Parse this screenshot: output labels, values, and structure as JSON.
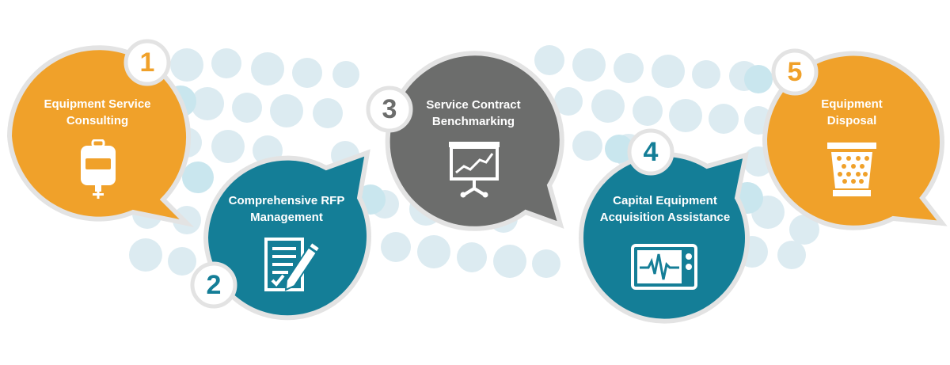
{
  "colors": {
    "orange": "#F0A12A",
    "teal": "#147E97",
    "gray": "#6C6D6C",
    "dot": "#DCEBF1",
    "dot_alt": "#C9E6EE",
    "number_ring": "#E3E3E3",
    "white": "#FFFFFF"
  },
  "steps": [
    {
      "number": "1",
      "line1": "Equipment Service",
      "line2": "Consulting",
      "color": "orange",
      "icon": "iv-bag-icon"
    },
    {
      "number": "2",
      "line1": "Comprehensive RFP",
      "line2": "Management",
      "color": "teal",
      "icon": "document-pencil-icon"
    },
    {
      "number": "3",
      "line1": "Service Contract",
      "line2": "Benchmarking",
      "color": "gray",
      "icon": "presentation-chart-icon"
    },
    {
      "number": "4",
      "line1": "Capital Equipment",
      "line2": "Acquisition Assistance",
      "color": "teal",
      "icon": "heart-monitor-icon"
    },
    {
      "number": "5",
      "line1": "Equipment",
      "line2": "Disposal",
      "color": "orange",
      "icon": "waste-basket-icon"
    }
  ]
}
